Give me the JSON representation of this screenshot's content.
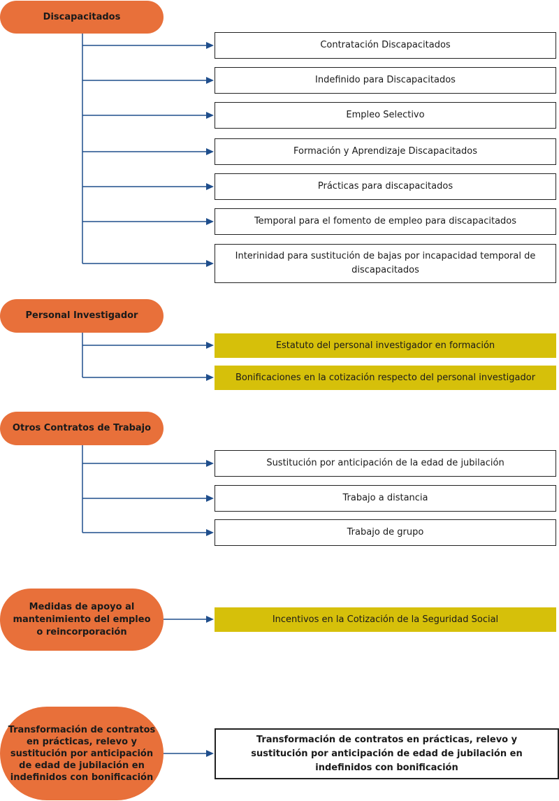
{
  "colors": {
    "category": "#E8703A",
    "highlight": "#D6C00A",
    "connector": "#1F4E8C"
  },
  "groups": [
    {
      "title": "Discapacitados",
      "items": [
        {
          "label": "Contratación Discapacitados",
          "style": "white"
        },
        {
          "label": "Indefinido para Discapacitados",
          "style": "white"
        },
        {
          "label": "Empleo Selectivo",
          "style": "white"
        },
        {
          "label": "Formación y Aprendizaje Discapacitados",
          "style": "white"
        },
        {
          "label": "Prácticas para discapacitados",
          "style": "white"
        },
        {
          "label": "Temporal para el fomento de empleo para discapacitados",
          "style": "white"
        },
        {
          "label": "Interinidad para sustitución de bajas por incapacidad temporal de discapacitados",
          "style": "white"
        }
      ]
    },
    {
      "title": "Personal Investigador",
      "items": [
        {
          "label": "Estatuto del personal investigador en formación",
          "style": "yellow"
        },
        {
          "label": "Bonificaciones en la cotización respecto del personal investigador",
          "style": "yellow"
        }
      ]
    },
    {
      "title": "Otros Contratos de Trabajo",
      "items": [
        {
          "label": "Sustitución por anticipación de la edad de jubilación",
          "style": "white"
        },
        {
          "label": "Trabajo a distancia",
          "style": "white"
        },
        {
          "label": "Trabajo de grupo",
          "style": "white"
        }
      ]
    },
    {
      "title": "Medidas de apoyo al mantenimiento del empleo o reincorporación",
      "items": [
        {
          "label": "Incentivos en la Cotización de la Seguridad Social",
          "style": "yellow"
        }
      ]
    },
    {
      "title": "Transformación de contratos en prácticas, relevo y sustitución por anticipación de edad de jubilación en indefinidos con bonificación",
      "items": [
        {
          "label": "Transformación de contratos en prácticas, relevo y sustitución por anticipación de edad de jubilación en indefinidos con bonificación",
          "style": "bold"
        }
      ]
    }
  ]
}
